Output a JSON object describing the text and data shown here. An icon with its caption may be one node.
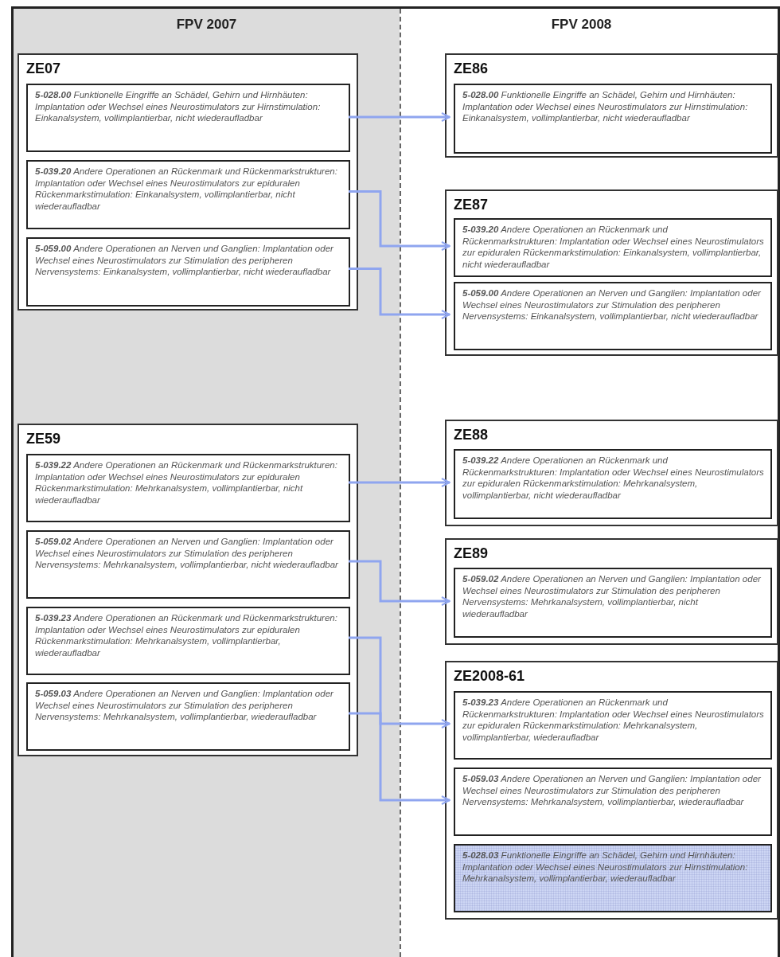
{
  "diagram": {
    "nodes": [
      {
        "text": [
          "FPV 2007"
        ]
      },
      {
        "text": [
          "ZE07"
        ],
        "in": 0
      },
      {
        "text": [
          "**5-028.00** Funktionelle Eingriffe an Schädel, Gehirn und Hirnhäuten: Implantation oder Wechsel eines Neurostimulators zur Hirnstimulation: Einkanalsystem, vollimplantierbar, nicht wiederaufladbar"
        ],
        "in": 1
      },
      {
        "text": [
          "**5-039.20** Andere Operationen an Rückenmark und Rückenmarkstrukturen: Implantation oder Wechsel eines Neurostimulators zur epiduralen Rückenmarkstimulation: Einkanalsystem, vollimplantierbar, nicht wiederaufladbar"
        ],
        "in": 1
      },
      {
        "text": [
          "**5-059.00** Andere Operationen an Nerven und Ganglien: Implantation oder Wechsel eines Neurostimulators zur Stimulation des peripheren Nervensystems: Einkanalsystem, vollimplantierbar, nicht wiederaufladbar"
        ],
        "in": 1
      },
      {
        "text": [
          "ZE59"
        ],
        "in": 0
      },
      {
        "text": [
          "**5-039.22** Andere Operationen an Rückenmark und Rückenmarkstrukturen: Implantation oder Wechsel eines Neurostimulators zur epiduralen Rückenmarkstimulation: Mehrkanalsystem, vollimplantierbar, nicht wiederaufladbar"
        ],
        "in": 5
      },
      {
        "text": [
          "**5-059.02** Andere Operationen an Nerven und Ganglien: Implantation oder Wechsel eines Neurostimulators zur Stimulation des peripheren Nervensystems: Mehrkanalsystem, vollimplantierbar, nicht wiederaufladbar"
        ],
        "in": 5
      },
      {
        "text": [
          "**5-039.23** Andere Operationen an Rückenmark und Rückenmarkstrukturen: Implantation oder Wechsel eines Neurostimulators zur epiduralen Rückenmarkstimulation: Mehrkanalsystem, vollimplantierbar, wiederaufladbar"
        ],
        "in": 5
      },
      {
        "text": [
          "**5-059.03** Andere Operationen an Nerven und Ganglien: Implantation oder Wechsel eines Neurostimulators zur Stimulation des peripheren Nervensystems: Mehrkanalsystem, vollimplantierbar, wiederaufladbar"
        ],
        "in": 5
      },
      {
        "text": [
          "FPV 2008"
        ]
      },
      {
        "text": [
          "ZE86"
        ],
        "in": 10
      },
      {
        "text": [
          "**5-028.00** Funktionelle Eingriffe an Schädel, Gehirn und Hirnhäuten: Implantation oder Wechsel eines Neurostimulators zur Hirnstimulation: Einkanalsystem, vollimplantierbar, nicht wiederaufladbar"
        ],
        "in": 11
      },
      {
        "text": [
          "ZE87"
        ],
        "in": 10
      },
      {
        "text": [
          "**5-039.20** Andere Operationen an Rückenmark und Rückenmarkstrukturen: Implantation oder Wechsel eines Neurostimulators zur epiduralen Rückenmarkstimulation: Einkanalsystem, vollimplantierbar, nicht wiederaufladbar"
        ],
        "in": 13
      },
      {
        "text": [
          "**5-059.00** Andere Operationen an Nerven und Ganglien: Implantation oder Wechsel eines Neurostimulators zur Stimulation des peripheren Nervensystems: Einkanalsystem, vollimplantierbar, nicht wiederaufladbar"
        ],
        "in": 13
      },
      {
        "text": [
          "ZE88"
        ],
        "in": 10
      },
      {
        "text": [
          "**5-039.22** Andere Operationen an Rückenmark und Rückenmarkstrukturen: Implantation oder Wechsel eines Neurostimulators zur epiduralen Rückenmarkstimulation: Mehrkanalsystem, vollimplantierbar, nicht wiederaufladbar"
        ],
        "in": 16
      },
      {
        "text": [
          "ZE89"
        ],
        "in": 10
      },
      {
        "text": [
          "**5-059.02** Andere Operationen an Nerven und Ganglien: Implantation oder Wechsel eines Neurostimulators zur Stimulation des peripheren Nervensystems: Mehrkanalsystem, vollimplantierbar, nicht wiederaufladbar"
        ],
        "in": 18
      },
      {
        "text": [
          "ZE2008-61"
        ],
        "in": 10
      },
      {
        "text": [
          "**5-039.23** Andere Operationen an Rückenmark und Rückenmarkstrukturen: Implantation oder Wechsel eines Neurostimulators zur epiduralen Rückenmarkstimulation: Mehrkanalsystem, vollimplantierbar, wiederaufladbar"
        ],
        "in": 20
      },
      {
        "text": [
          "**5-059.03** Andere Operationen an Nerven und Ganglien: Implantation oder Wechsel eines Neurostimulators zur Stimulation des peripheren Nervensystems: Mehrkanalsystem, vollimplantierbar, wiederaufladbar"
        ],
        "in": 20
      },
      {
        "text": [
          "**5-028.03** Funktionelle Eingriffe an Schädel, Gehirn und Hirnhäuten: Implantation oder Wechsel eines Neurostimulators zur Hirnstimulation: Mehrkanalsystem, vollimplantierbar, wiederaufladbar"
        ],
        "in": 20
      }
    ],
    "edges": [
      {
        "from": 2,
        "to": 12,
        "arrow": "to"
      },
      {
        "from": 3,
        "to": 14,
        "arrow": "to"
      },
      {
        "from": 4,
        "to": 15,
        "arrow": "to"
      },
      {
        "from": 6,
        "to": 17,
        "arrow": "to"
      },
      {
        "from": 7,
        "to": 19,
        "arrow": "to"
      },
      {
        "from": 8,
        "to": 21,
        "arrow": "to"
      },
      {
        "from": 9,
        "to": 22,
        "arrow": "to"
      }
    ]
  }
}
